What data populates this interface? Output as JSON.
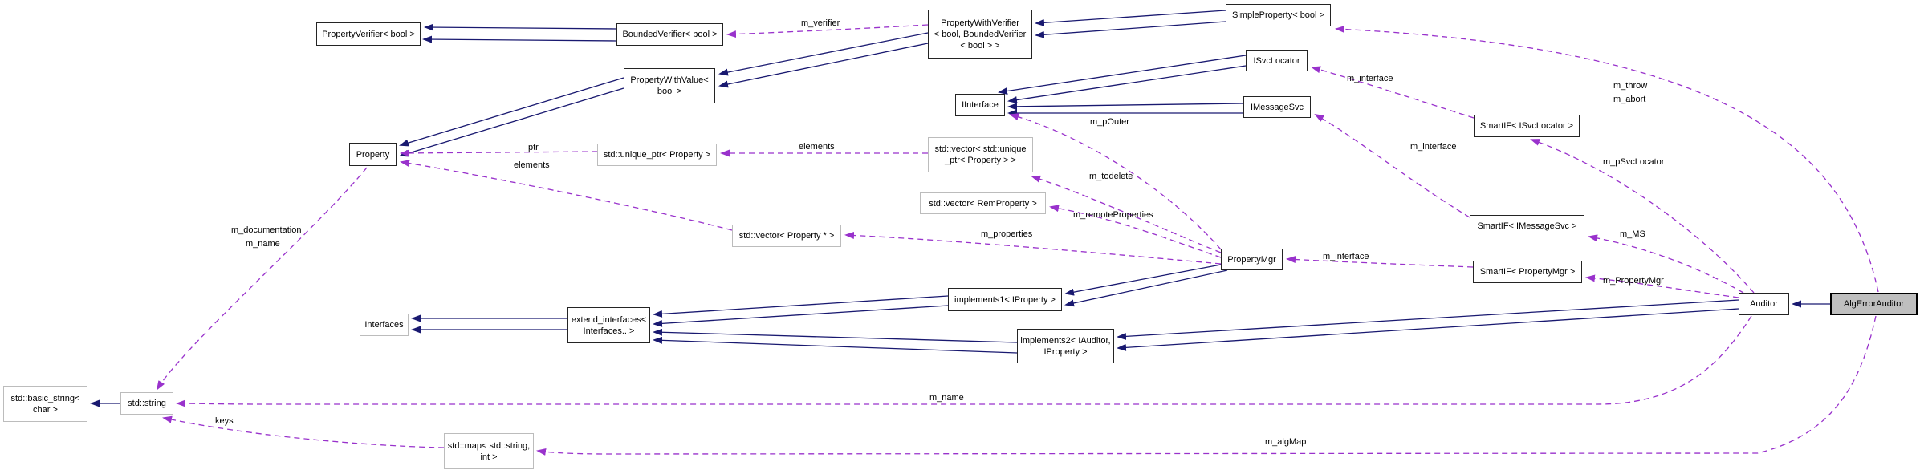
{
  "diagram": {
    "type": "class-collaboration-graph",
    "highlighted_node": "AlgErrorAuditor",
    "colors": {
      "inheritance_edge": "#191970",
      "usage_edge": "#9932cc",
      "highlight_fill": "#bfbfbf",
      "class_border": "#242424",
      "external_border": "#bcbcbc",
      "background": "#ffffff"
    },
    "nodes": [
      {
        "id": "property-verifier-bool",
        "label": "PropertyVerifier< bool >"
      },
      {
        "id": "bounded-verifier-bool",
        "label": "BoundedVerifier< bool >"
      },
      {
        "id": "property-with-verifier",
        "label": "PropertyWithVerifier\n< bool, BoundedVerifier\n< bool > >"
      },
      {
        "id": "simple-property-bool",
        "label": "SimpleProperty< bool >"
      },
      {
        "id": "property-with-value-bool",
        "label": "PropertyWithValue<\nbool >"
      },
      {
        "id": "iinterface",
        "label": "IInterface"
      },
      {
        "id": "isvclocator",
        "label": "ISvcLocator"
      },
      {
        "id": "imessagesvc",
        "label": "IMessageSvc"
      },
      {
        "id": "smartif-isvclocator",
        "label": "SmartIF< ISvcLocator >"
      },
      {
        "id": "smartif-imessagesvc",
        "label": "SmartIF< IMessageSvc >"
      },
      {
        "id": "smartif-propertymgr",
        "label": "SmartIF< PropertyMgr >"
      },
      {
        "id": "property",
        "label": "Property"
      },
      {
        "id": "std-unique-ptr-property",
        "label": "std::unique_ptr< Property >"
      },
      {
        "id": "std-vector-unique-ptr",
        "label": "std::vector< std::unique\n_ptr< Property > >"
      },
      {
        "id": "std-vector-remproperty",
        "label": "std::vector< RemProperty >"
      },
      {
        "id": "std-vector-property-ptr",
        "label": "std::vector< Property * >"
      },
      {
        "id": "propertymgr",
        "label": "PropertyMgr"
      },
      {
        "id": "implements1-iproperty",
        "label": "implements1< IProperty >"
      },
      {
        "id": "interfaces",
        "label": "Interfaces"
      },
      {
        "id": "extend-interfaces",
        "label": "extend_interfaces<\nInterfaces...>"
      },
      {
        "id": "implements2-iauditor",
        "label": "implements2< IAuditor,\nIProperty >"
      },
      {
        "id": "auditor",
        "label": "Auditor"
      },
      {
        "id": "alg-error-auditor",
        "label": "AlgErrorAuditor"
      },
      {
        "id": "std-basic-string-char",
        "label": "std::basic_string<\nchar >"
      },
      {
        "id": "std-string",
        "label": "std::string"
      },
      {
        "id": "std-map-string-int",
        "label": "std::map< std::string,\nint >"
      }
    ],
    "edge_labels": [
      {
        "text": "m_verifier"
      },
      {
        "text": "m_throw"
      },
      {
        "text": "m_abort"
      },
      {
        "text": "m_interface"
      },
      {
        "text": "m_pSvcLocator"
      },
      {
        "text": "m_interface"
      },
      {
        "text": "m_MS"
      },
      {
        "text": "m_interface"
      },
      {
        "text": "m_PropertyMgr"
      },
      {
        "text": "m_pOuter"
      },
      {
        "text": "m_todelete"
      },
      {
        "text": "m_remoteProperties"
      },
      {
        "text": "m_properties"
      },
      {
        "text": "elements"
      },
      {
        "text": "ptr"
      },
      {
        "text": "elements"
      },
      {
        "text": "m_documentation"
      },
      {
        "text": "m_name"
      },
      {
        "text": "m_name"
      },
      {
        "text": "keys"
      },
      {
        "text": "m_algMap"
      }
    ],
    "edges": [
      {
        "from": "BoundedVerifier< bool >",
        "to": "PropertyVerifier< bool >",
        "type": "inheritance"
      },
      {
        "from": "PropertyWithVerifier< bool, BoundedVerifier< bool > >",
        "to": "PropertyWithValue< bool >",
        "type": "inheritance"
      },
      {
        "from": "SimpleProperty< bool >",
        "to": "PropertyWithVerifier< bool, BoundedVerifier< bool > >",
        "type": "inheritance"
      },
      {
        "from": "PropertyWithValue< bool >",
        "to": "Property",
        "type": "inheritance"
      },
      {
        "from": "ISvcLocator",
        "to": "IInterface",
        "type": "inheritance"
      },
      {
        "from": "IMessageSvc",
        "to": "IInterface",
        "type": "inheritance"
      },
      {
        "from": "PropertyMgr",
        "to": "implements1< IProperty >",
        "type": "inheritance"
      },
      {
        "from": "implements1< IProperty >",
        "to": "extend_interfaces< Interfaces...>",
        "type": "inheritance"
      },
      {
        "from": "implements2< IAuditor, IProperty >",
        "to": "extend_interfaces< Interfaces...>",
        "type": "inheritance"
      },
      {
        "from": "extend_interfaces< Interfaces...>",
        "to": "Interfaces",
        "type": "inheritance"
      },
      {
        "from": "Auditor",
        "to": "implements2< IAuditor, IProperty >",
        "type": "inheritance"
      },
      {
        "from": "AlgErrorAuditor",
        "to": "Auditor",
        "type": "inheritance"
      },
      {
        "from": "std::string",
        "to": "std::basic_string< char >",
        "type": "inheritance"
      },
      {
        "from": "PropertyWithVerifier< bool, BoundedVerifier< bool > >",
        "to": "BoundedVerifier< bool >",
        "type": "usage",
        "label": "m_verifier"
      },
      {
        "from": "std::unique_ptr< Property >",
        "to": "Property",
        "type": "usage",
        "label": "ptr"
      },
      {
        "from": "std::vector< std::unique_ptr< Property > >",
        "to": "std::unique_ptr< Property >",
        "type": "usage",
        "label": "elements"
      },
      {
        "from": "std::vector< Property * >",
        "to": "Property",
        "type": "usage",
        "label": "elements"
      },
      {
        "from": "Property",
        "to": "std::string",
        "type": "usage",
        "label": "m_documentation m_name"
      },
      {
        "from": "PropertyMgr",
        "to": "IInterface",
        "type": "usage",
        "label": "m_pOuter"
      },
      {
        "from": "PropertyMgr",
        "to": "std::vector< std::unique_ptr< Property > >",
        "type": "usage",
        "label": "m_todelete"
      },
      {
        "from": "PropertyMgr",
        "to": "std::vector< RemProperty >",
        "type": "usage",
        "label": "m_remoteProperties"
      },
      {
        "from": "PropertyMgr",
        "to": "std::vector< Property * >",
        "type": "usage",
        "label": "m_properties"
      },
      {
        "from": "SmartIF< ISvcLocator >",
        "to": "ISvcLocator",
        "type": "usage",
        "label": "m_interface"
      },
      {
        "from": "SmartIF< IMessageSvc >",
        "to": "IMessageSvc",
        "type": "usage",
        "label": "m_interface"
      },
      {
        "from": "SmartIF< PropertyMgr >",
        "to": "PropertyMgr",
        "type": "usage",
        "label": "m_interface"
      },
      {
        "from": "Auditor",
        "to": "SmartIF< ISvcLocator >",
        "type": "usage",
        "label": "m_pSvcLocator"
      },
      {
        "from": "Auditor",
        "to": "SmartIF< IMessageSvc >",
        "type": "usage",
        "label": "m_MS"
      },
      {
        "from": "Auditor",
        "to": "SmartIF< PropertyMgr >",
        "type": "usage",
        "label": "m_PropertyMgr"
      },
      {
        "from": "Auditor",
        "to": "std::string",
        "type": "usage",
        "label": "m_name"
      },
      {
        "from": "AlgErrorAuditor",
        "to": "SimpleProperty< bool >",
        "type": "usage",
        "label": "m_throw m_abort"
      },
      {
        "from": "AlgErrorAuditor",
        "to": "std::map< std::string, int >",
        "type": "usage",
        "label": "m_algMap"
      },
      {
        "from": "std::map< std::string, int >",
        "to": "std::string",
        "type": "usage",
        "label": "keys"
      }
    ]
  }
}
